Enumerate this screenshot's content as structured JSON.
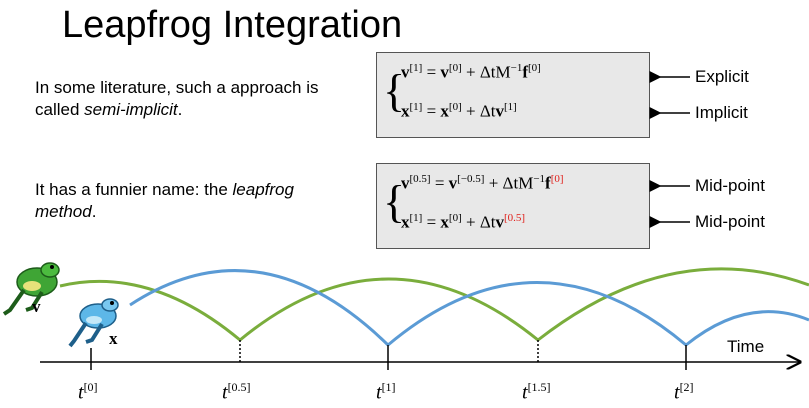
{
  "title": "Leapfrog Integration",
  "intro": {
    "text_before": "In some literature, such a approach is called ",
    "text_italic": "semi-implicit",
    "text_after": "."
  },
  "funnier": {
    "text_before": "It has a funnier name: the ",
    "text_italic": "leapfrog method",
    "text_after": "."
  },
  "box1": {
    "eq1": {
      "lhs": "v",
      "lhs_sup": "[1]",
      "mid": " = ",
      "v0": "v",
      "v0_sup": "[0]",
      "plus": " + ΔtM",
      "minv_sup": "−1",
      "f": "f",
      "f_sup": "[0]"
    },
    "eq2": {
      "lhs": "x",
      "lhs_sup": "[1]",
      "mid": " = ",
      "x0": "x",
      "x0_sup": "[0]",
      "plus": " + Δt",
      "v": "v",
      "v_sup": "[1]"
    },
    "label1": "Explicit",
    "label2": "Implicit"
  },
  "box2": {
    "eq1": {
      "lhs": "v",
      "lhs_sup": "[0.5]",
      "mid": " = ",
      "v0": "v",
      "v0_sup": "[−0.5]",
      "plus": " + ΔtM",
      "minv_sup": "−1",
      "f": "f",
      "f_sup": "[0]"
    },
    "eq2": {
      "lhs": "x",
      "lhs_sup": "[1]",
      "mid": " = ",
      "x0": "x",
      "x0_sup": "[0]",
      "plus": " + Δt",
      "v": "v",
      "v_sup": "[0.5]"
    },
    "label1": "Mid-point",
    "label2": "Mid-point"
  },
  "timeline": {
    "axis_label": "Time",
    "ticks": [
      {
        "base": "t",
        "sup": "[0]"
      },
      {
        "base": "t",
        "sup": "[0.5]"
      },
      {
        "base": "t",
        "sup": "[1]"
      },
      {
        "base": "t",
        "sup": "[1.5]"
      },
      {
        "base": "t",
        "sup": "[2]"
      }
    ],
    "frog_v_label": "v",
    "frog_x_label": "x"
  },
  "colors": {
    "green_arc": "#7aad3c",
    "blue_arc": "#5b9bd5",
    "red_sup": "#e0201b",
    "box_fill": "#e8e8e8"
  }
}
